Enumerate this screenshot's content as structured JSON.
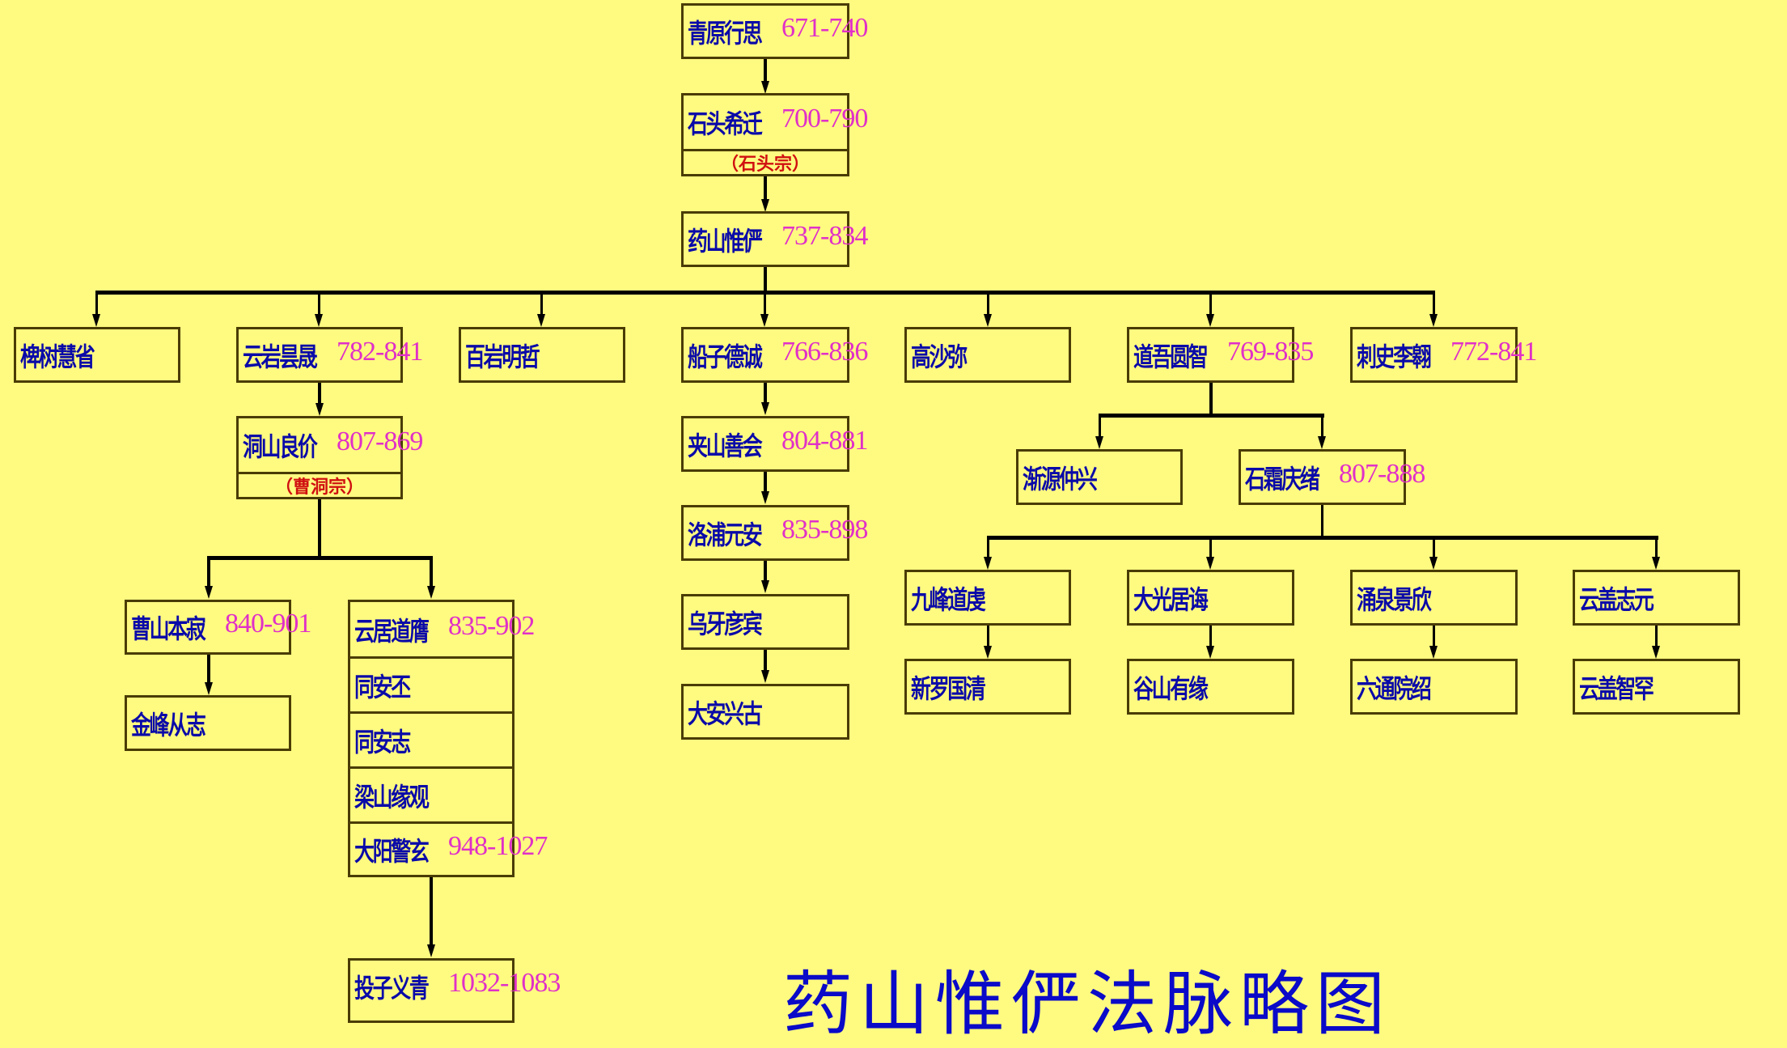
{
  "title": "药山惟俨法脉略图",
  "colors": {
    "background": "#FFFA80",
    "name": "#0A0AA8",
    "dates": "#E030C8",
    "sect": "#D01010",
    "border": "#4A3C05"
  },
  "lineage": {
    "qingyuan": {
      "name": "青原行思",
      "dates": "671-740"
    },
    "shitou": {
      "name": "石头希迁",
      "dates": "700-790",
      "sect": "（石头宗）"
    },
    "yaoshan": {
      "name": "药山惟俨",
      "dates": "737-834"
    }
  },
  "disciples": [
    {
      "name": "椑树慧省",
      "dates": ""
    },
    {
      "name": "云岩昙晟",
      "dates": "782-841"
    },
    {
      "name": "百岩明哲",
      "dates": ""
    },
    {
      "name": "船子德诚",
      "dates": "766-836"
    },
    {
      "name": "高沙弥",
      "dates": ""
    },
    {
      "name": "道吾圆智",
      "dates": "769-835"
    },
    {
      "name": "刺史李翱",
      "dates": "772-841"
    }
  ],
  "yunyan_branch": {
    "dongshan": {
      "name": "洞山良价",
      "dates": "807-869",
      "sect": "（曹洞宗）"
    },
    "caoshan": {
      "name": "曹山本寂",
      "dates": "840-901"
    },
    "jinfeng": {
      "name": "金峰从志",
      "dates": ""
    },
    "yunju_stack": [
      {
        "name": "云居道膺",
        "dates": "835-902"
      },
      {
        "name": "同安丕",
        "dates": ""
      },
      {
        "name": "同安志",
        "dates": ""
      },
      {
        "name": "梁山缘观",
        "dates": ""
      },
      {
        "name": "大阳警玄",
        "dates": "948-1027"
      }
    ],
    "touzi": {
      "name": "投子义青",
      "dates": "1032-1083"
    }
  },
  "chuanzi_branch": [
    {
      "name": "夹山善会",
      "dates": "804-881"
    },
    {
      "name": "洛浦元安",
      "dates": "835-898"
    },
    {
      "name": "乌牙彦宾",
      "dates": ""
    },
    {
      "name": "大安兴古",
      "dates": ""
    }
  ],
  "daowu_branch": {
    "children": [
      {
        "name": "渐源仲兴",
        "dates": ""
      },
      {
        "name": "石霜庆绪",
        "dates": "807-888"
      }
    ],
    "shishuang_children": [
      {
        "name": "九峰道虔",
        "child": "新罗国清"
      },
      {
        "name": "大光居诲",
        "child": "谷山有缘"
      },
      {
        "name": "涌泉景欣",
        "child": "六通院绍"
      },
      {
        "name": "云盖志元",
        "child": "云盖智罕"
      }
    ]
  }
}
